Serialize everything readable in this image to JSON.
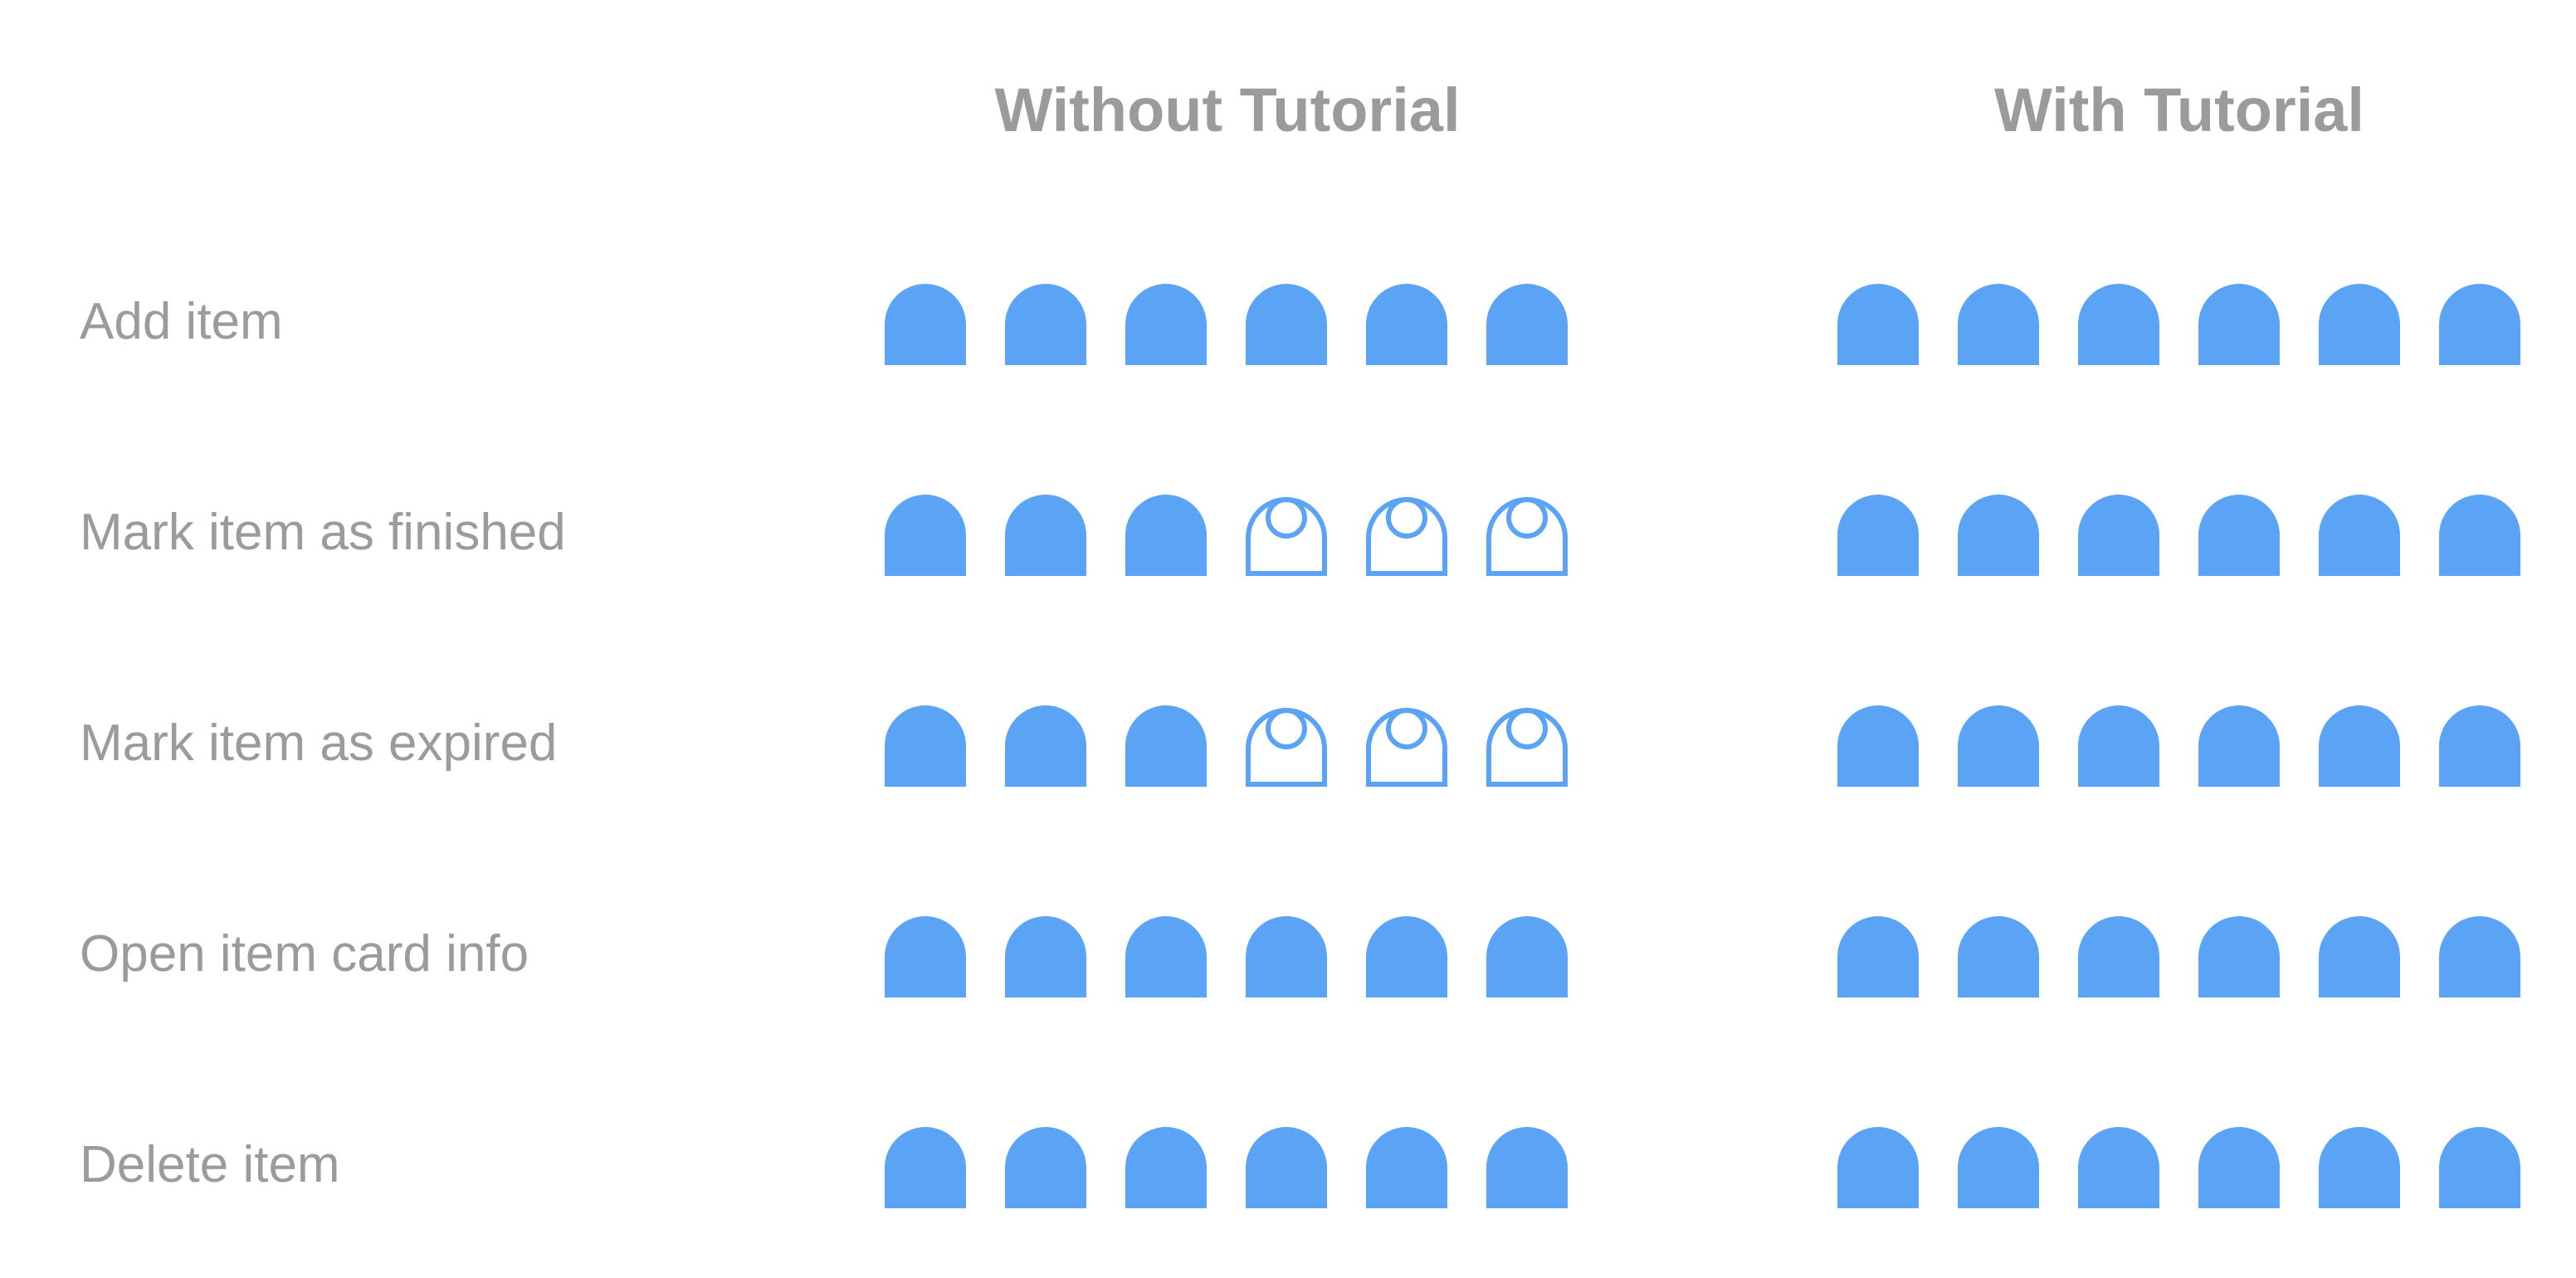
{
  "chart_data": {
    "type": "pictograph",
    "groups": [
      "Without Tutorial",
      "With Tutorial"
    ],
    "tasks": [
      "Add item",
      "Mark item as finished",
      "Mark item as expired",
      "Open item card info",
      "Delete item"
    ],
    "participants_per_group": 6,
    "series": [
      {
        "name": "Without Tutorial",
        "values": [
          6,
          3,
          3,
          6,
          6
        ]
      },
      {
        "name": "With Tutorial",
        "values": [
          6,
          6,
          6,
          6,
          6
        ]
      }
    ]
  },
  "colors": {
    "icon": "#5ba4f5",
    "text": "#9b9b9b",
    "background": "#ffffff"
  },
  "icons": {
    "completed": "person-filled-icon",
    "not_completed": "person-outline-icon"
  }
}
